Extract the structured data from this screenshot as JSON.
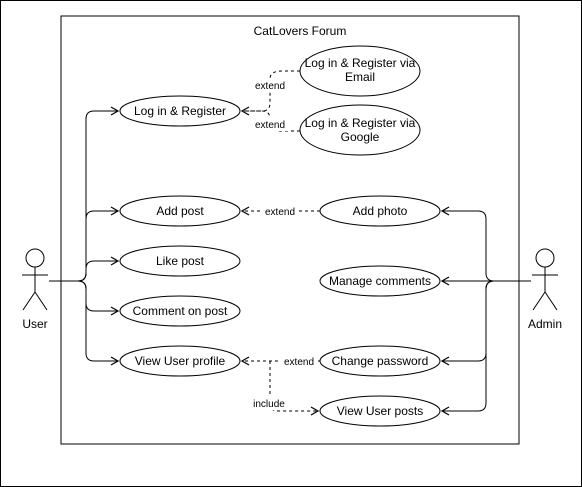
{
  "diagram": {
    "system_title": "CatLovers Forum",
    "actors": [
      {
        "id": "user",
        "label": "User"
      },
      {
        "id": "admin",
        "label": "Admin"
      }
    ],
    "use_cases": [
      {
        "id": "login",
        "label": "Log in & Register"
      },
      {
        "id": "login_email",
        "label_lines": [
          "Log in & Register via",
          "Email"
        ]
      },
      {
        "id": "login_google",
        "label_lines": [
          "Log in & Register via",
          "Google"
        ]
      },
      {
        "id": "add_post",
        "label": "Add post"
      },
      {
        "id": "add_photo",
        "label": "Add photo"
      },
      {
        "id": "like_post",
        "label": "Like post"
      },
      {
        "id": "manage_comments",
        "label": "Manage comments"
      },
      {
        "id": "comment_post",
        "label": "Comment on post"
      },
      {
        "id": "change_password",
        "label": "Change password"
      },
      {
        "id": "view_profile",
        "label": "View User profile"
      },
      {
        "id": "view_posts",
        "label": "View User posts"
      }
    ],
    "relations": {
      "extend": "extend",
      "include": "include"
    }
  }
}
